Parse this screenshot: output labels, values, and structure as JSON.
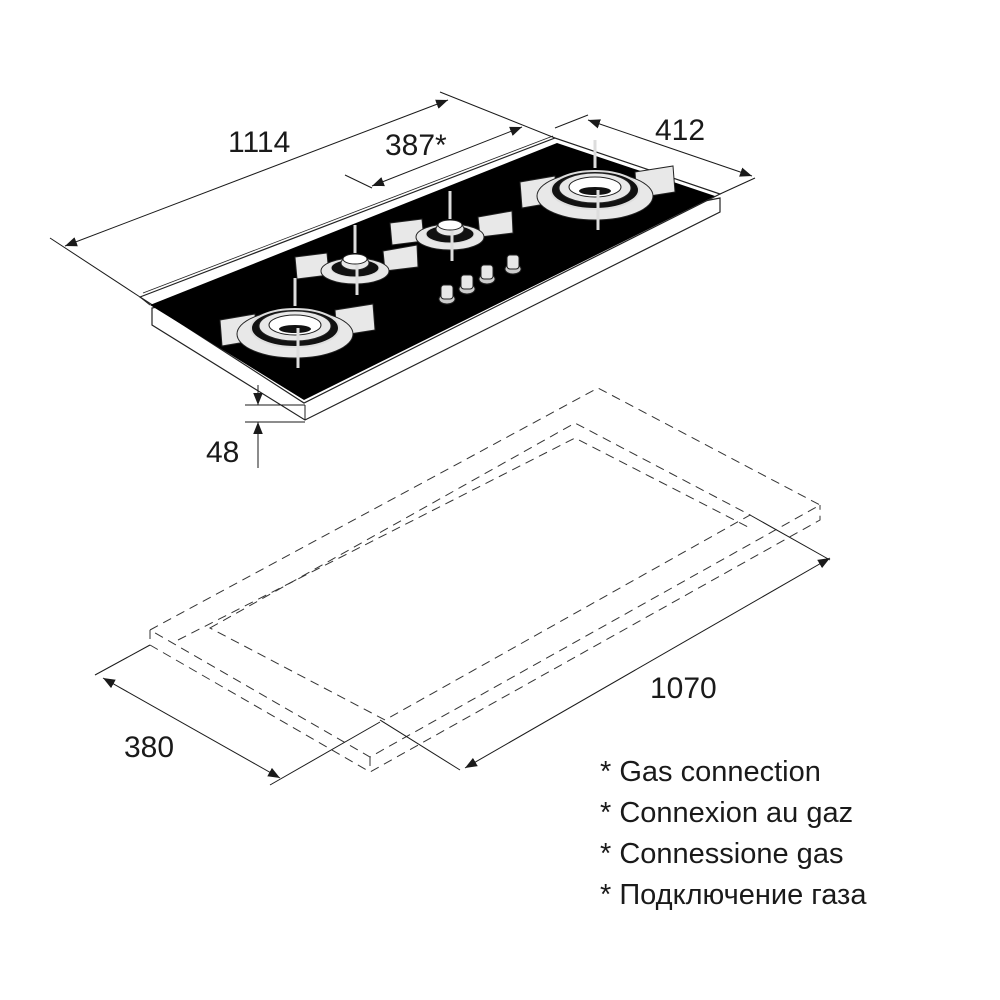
{
  "dimensions": {
    "width_overall": "1114",
    "gas_connection_offset": "387*",
    "depth_overall": "412",
    "height": "48",
    "cutout_width": "1070",
    "cutout_depth": "380"
  },
  "legend": [
    "* Gas connection",
    "* Connexion au gaz",
    "* Connessione gas",
    "* Подключение газа"
  ],
  "colors": {
    "glass": "#000000",
    "line": "#1a1a1a",
    "metal": "#e8e8e8"
  }
}
